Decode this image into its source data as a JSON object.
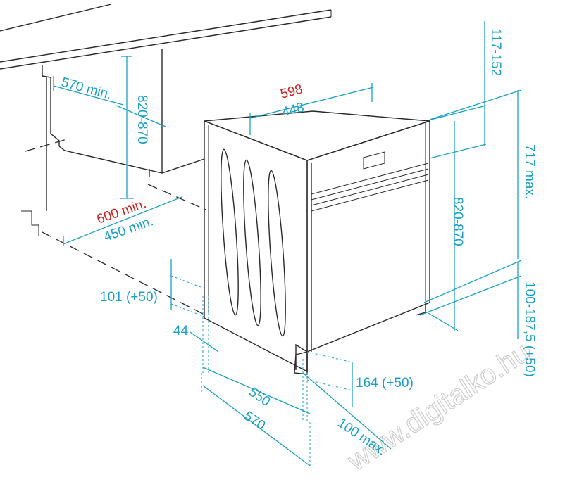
{
  "colors": {
    "dimension": "#1aa0c8",
    "highlight": "#cc1f1f",
    "outline": "#2a2a2a",
    "watermark": "#c9c9c9"
  },
  "labels": {
    "width_598": "598",
    "width_448": "448",
    "depth_570_min": "570 min.",
    "niche_height_820_870": "820-870",
    "depth_600_min": "600 min.",
    "depth_450_min": "450 min.",
    "panel_117_152": "117-152",
    "height_717_max": "717 max.",
    "front_820_870": "820-870",
    "plinth_100_187_5": "100-187,5 (+50)",
    "foot_101_50": "101 (+50)",
    "offset_44": "44",
    "plinth_164_50": "164 (+50)",
    "depth_550": "550",
    "depth_570": "570",
    "depth_100_max": "100 max."
  },
  "watermark": "www.digitalko.hu"
}
